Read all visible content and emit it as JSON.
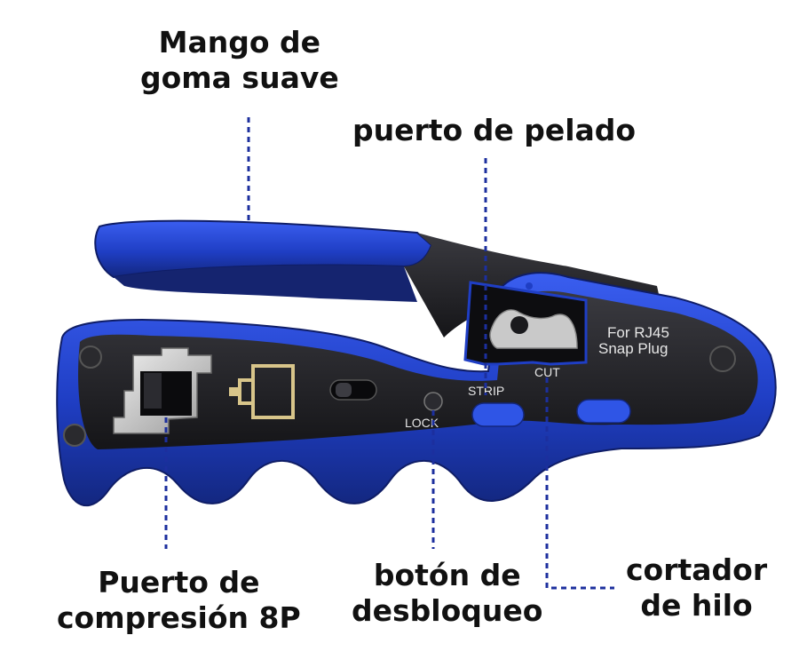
{
  "labels": {
    "handle": {
      "line1": "Mango de",
      "line2": "goma suave"
    },
    "strip_port": {
      "line1": "puerto de pelado"
    },
    "crimp_port": {
      "line1": "Puerto de",
      "line2": "compresión 8P"
    },
    "release_button": {
      "line1": "botón de",
      "line2": "desbloqueo"
    },
    "wire_cutter": {
      "line1": "cortador",
      "line2": "de hilo"
    }
  },
  "tool_text": {
    "brand_line1": "For RJ45",
    "brand_line2": "Snap Plug",
    "strip": "STRIP",
    "cut": "CUT",
    "lock": "LOCK"
  },
  "colors": {
    "body_blue": "#1f3ec4",
    "metal_dark": "#1e1e22",
    "leader_line": "#1c2f9e"
  }
}
